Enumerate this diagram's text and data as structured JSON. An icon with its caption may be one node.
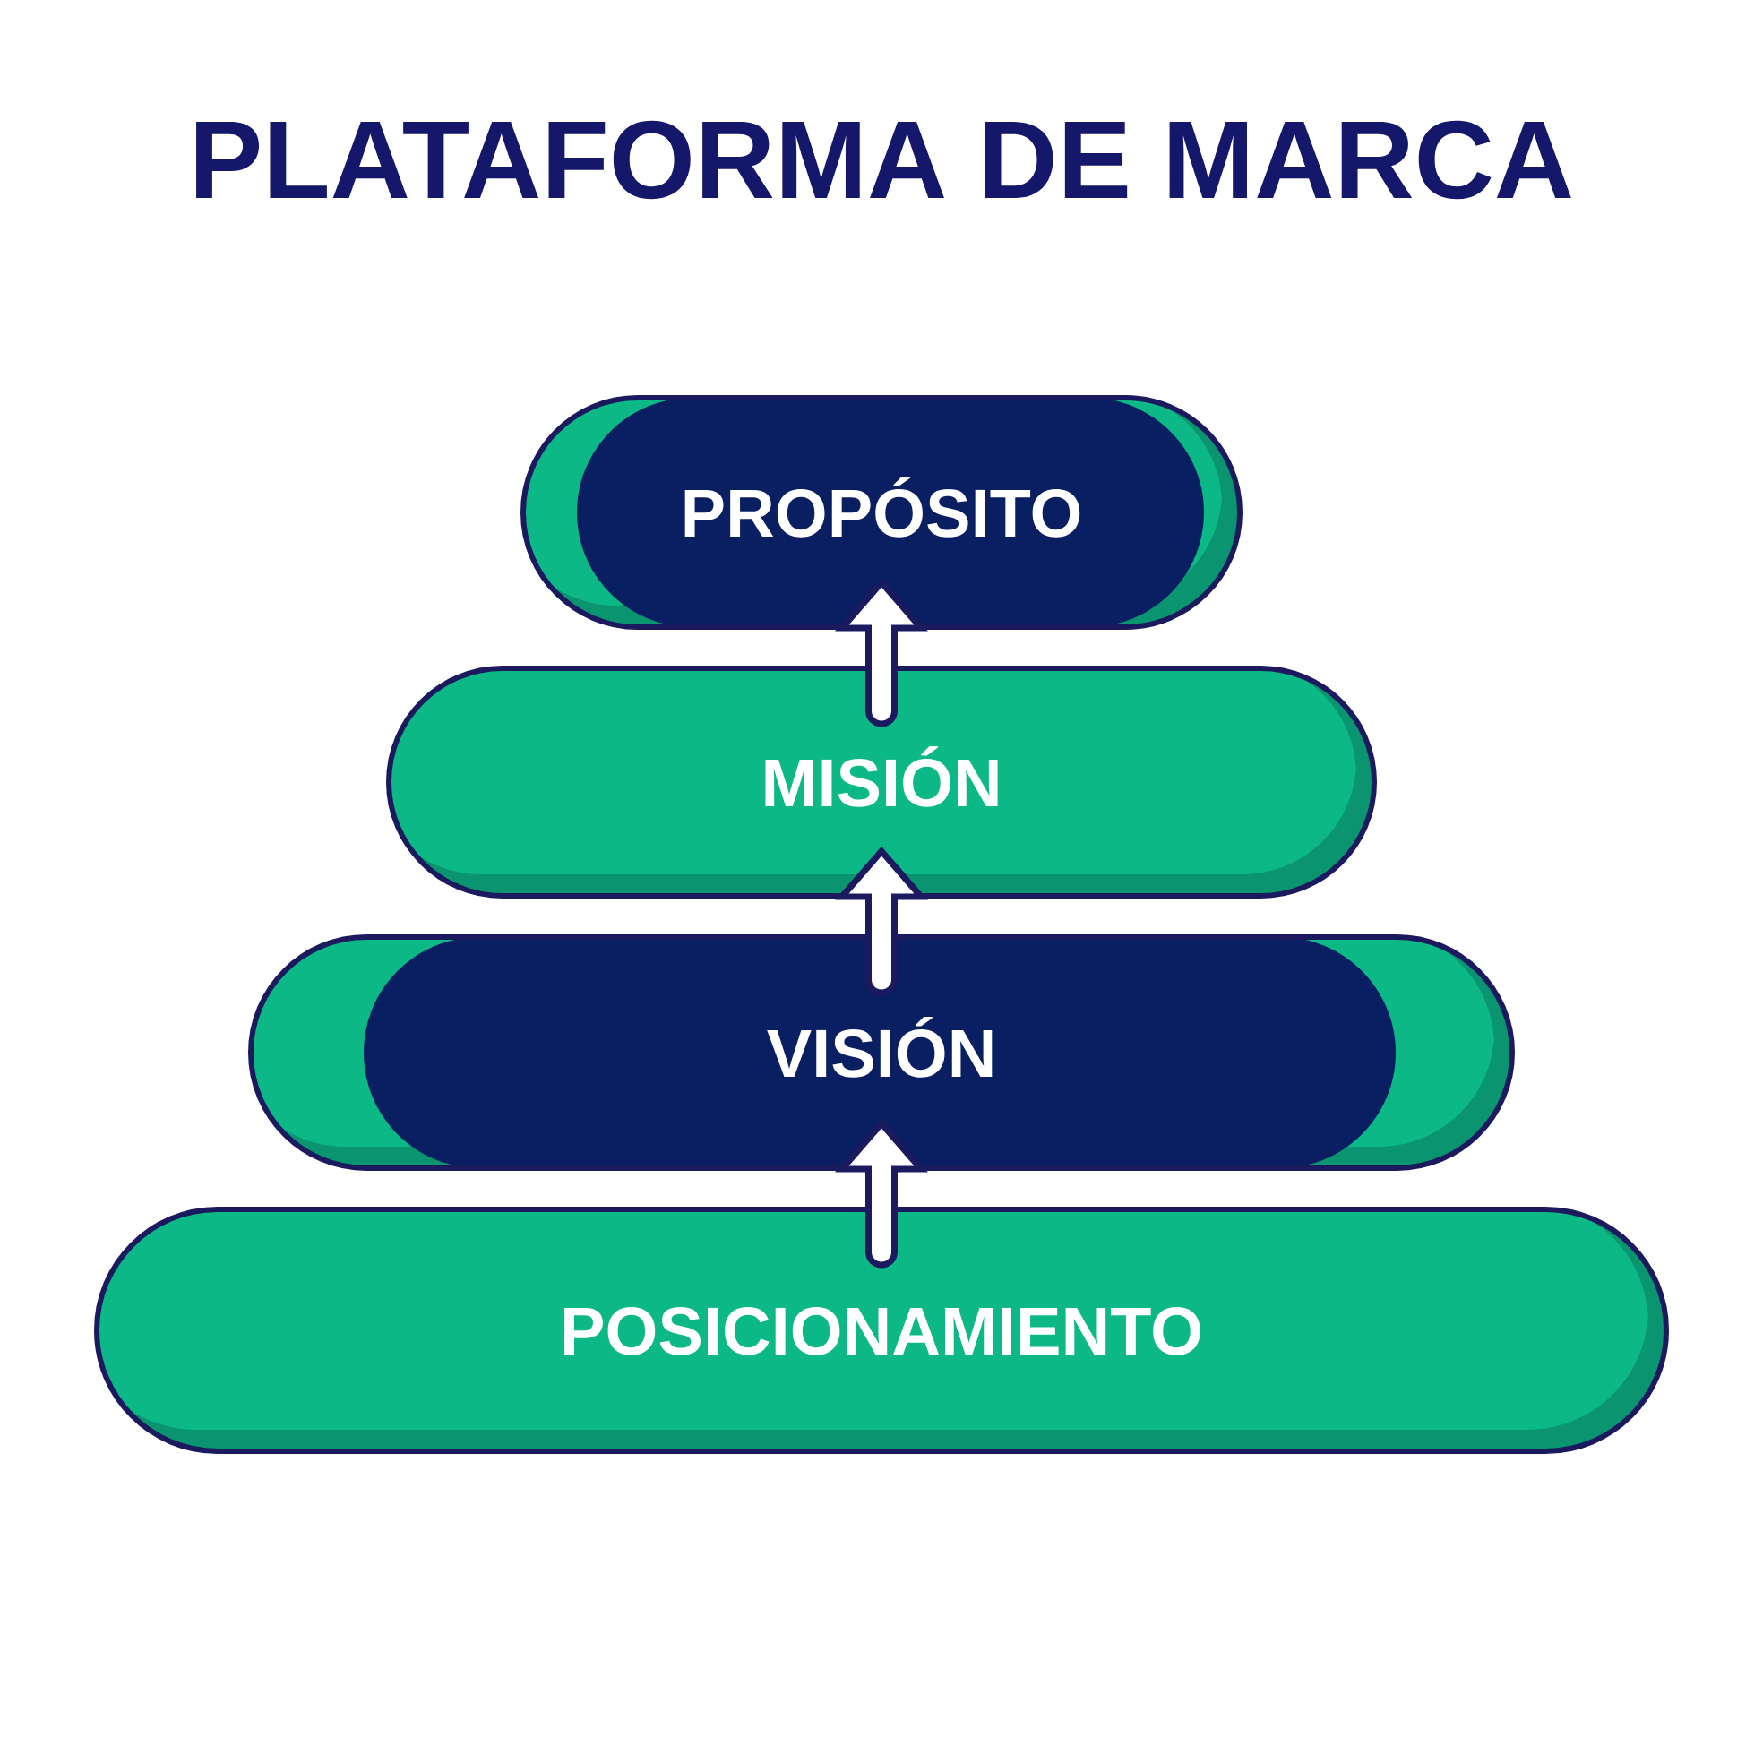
{
  "diagram": {
    "title": "PLATAFORMA DE MARCA",
    "nodes": [
      {
        "text": [
          "PROPÓSITO"
        ]
      },
      {
        "text": [
          "MISIÓN"
        ]
      },
      {
        "text": [
          "VISIÓN"
        ]
      },
      {
        "text": [
          "POSICIONAMIENTO"
        ]
      }
    ],
    "edges": [
      {
        "from": 3,
        "to": 2,
        "arrow": "to"
      },
      {
        "from": 2,
        "to": 1,
        "arrow": "to"
      },
      {
        "from": 1,
        "to": 0,
        "arrow": "to"
      }
    ]
  }
}
